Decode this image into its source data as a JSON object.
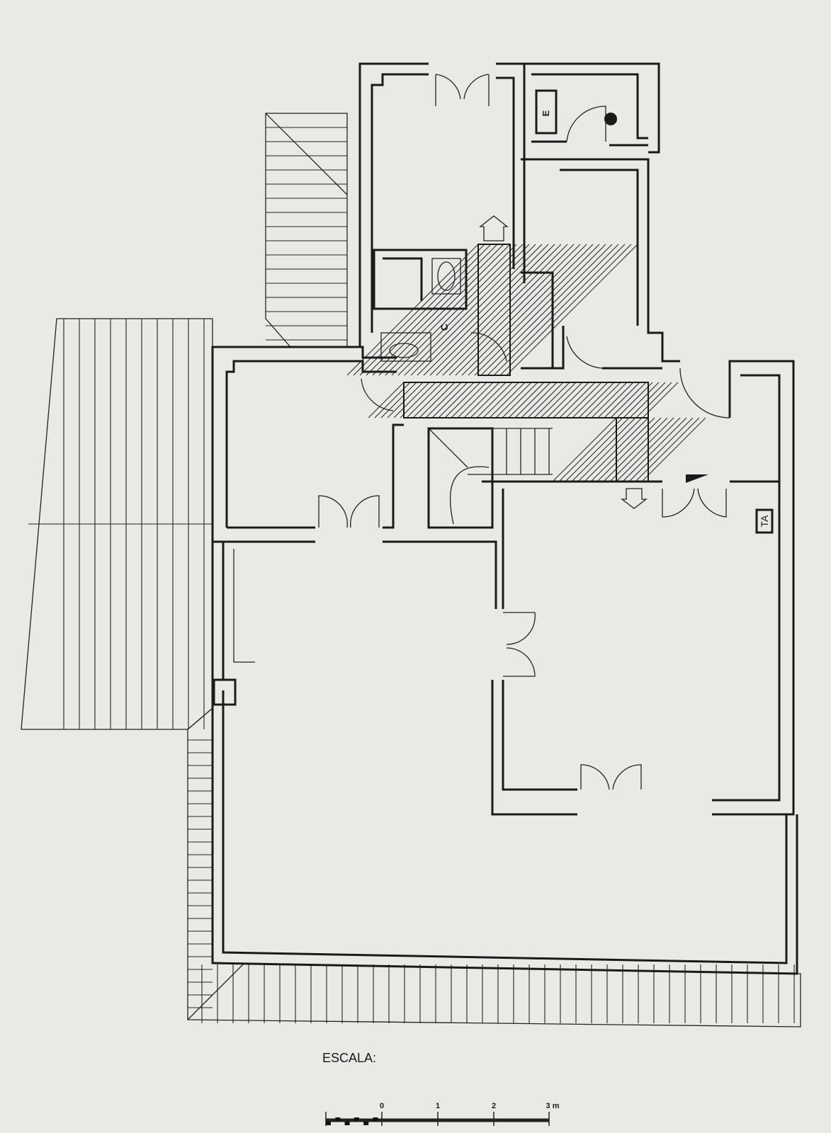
{
  "plan": {
    "labels": {
      "electric_meter": "E",
      "closet": "C",
      "ta": "TA"
    },
    "scale": {
      "title": "ESCALA:",
      "ticks": [
        "0",
        "1",
        "2",
        "3 m"
      ]
    },
    "colors": {
      "paper": "#e9e9e6",
      "ink": "#1a1a1a"
    }
  }
}
